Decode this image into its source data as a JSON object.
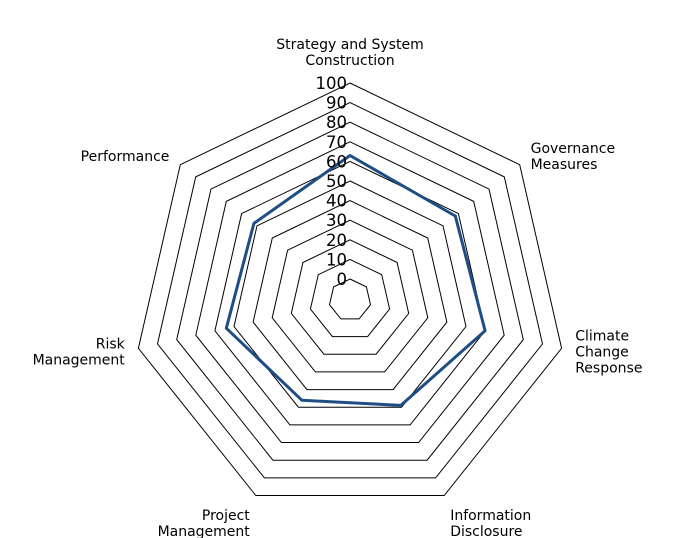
{
  "chart_data": {
    "type": "radar",
    "title": "",
    "axes": [
      [
        "Strategy and System",
        "Construction"
      ],
      [
        "Governance",
        "Measures"
      ],
      [
        "Climate",
        "Change",
        "Response"
      ],
      [
        "Information",
        "Disclosure"
      ],
      [
        "Project",
        "Management"
      ],
      [
        "Risk",
        "Management"
      ],
      [
        "Performance"
      ]
    ],
    "ticks": [
      "0",
      "10",
      "20",
      "30",
      "40",
      "50",
      "60",
      "70",
      "80",
      "90",
      "100"
    ],
    "rlim": [
      0,
      100
    ],
    "series": [
      {
        "values": [
          63,
          58,
          60,
          49,
          46,
          54,
          52
        ],
        "color": "#1f4e85"
      }
    ],
    "grid": true,
    "legend": "none"
  }
}
